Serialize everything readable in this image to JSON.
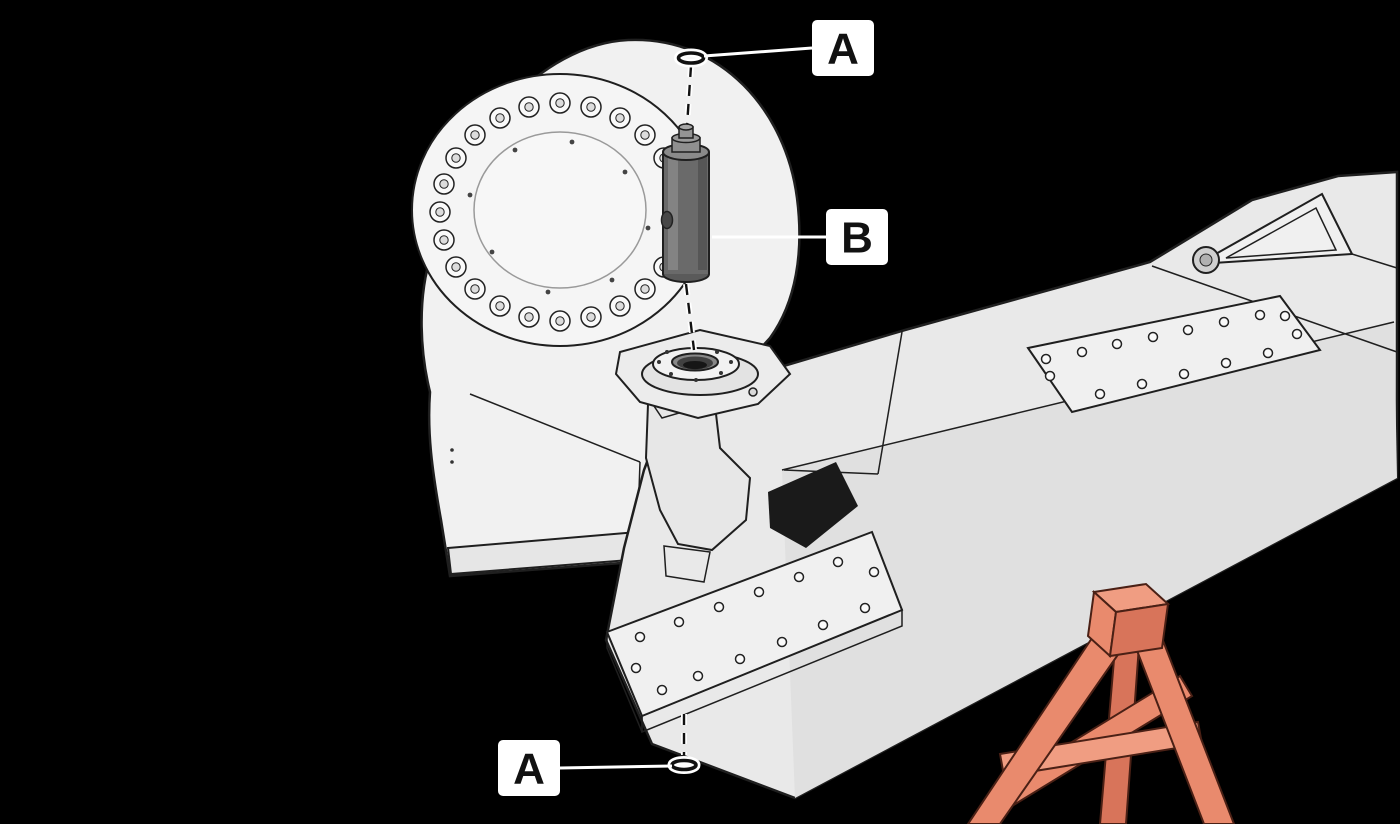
{
  "callouts": {
    "top_a": {
      "label": "A"
    },
    "b": {
      "label": "B"
    },
    "bottom_a": {
      "label": "A"
    }
  },
  "colors": {
    "background": "#000000",
    "machine_body": "#f1f1f1",
    "machine_face": "#f5f5f5",
    "boom_body": "#e9e9e9",
    "boom_side": "#e0e0e0",
    "plate": "#f0f0f0",
    "outline": "#1f1f1f",
    "pin": "#6a6a6a",
    "pin_cap": "#8a8a8a",
    "sawhorse": "#e98a6d",
    "sawhorse_shade": "#d8745a",
    "sawhorse_light": "#f09d82",
    "label_background": "#ffffff",
    "label_text": "#111111"
  }
}
